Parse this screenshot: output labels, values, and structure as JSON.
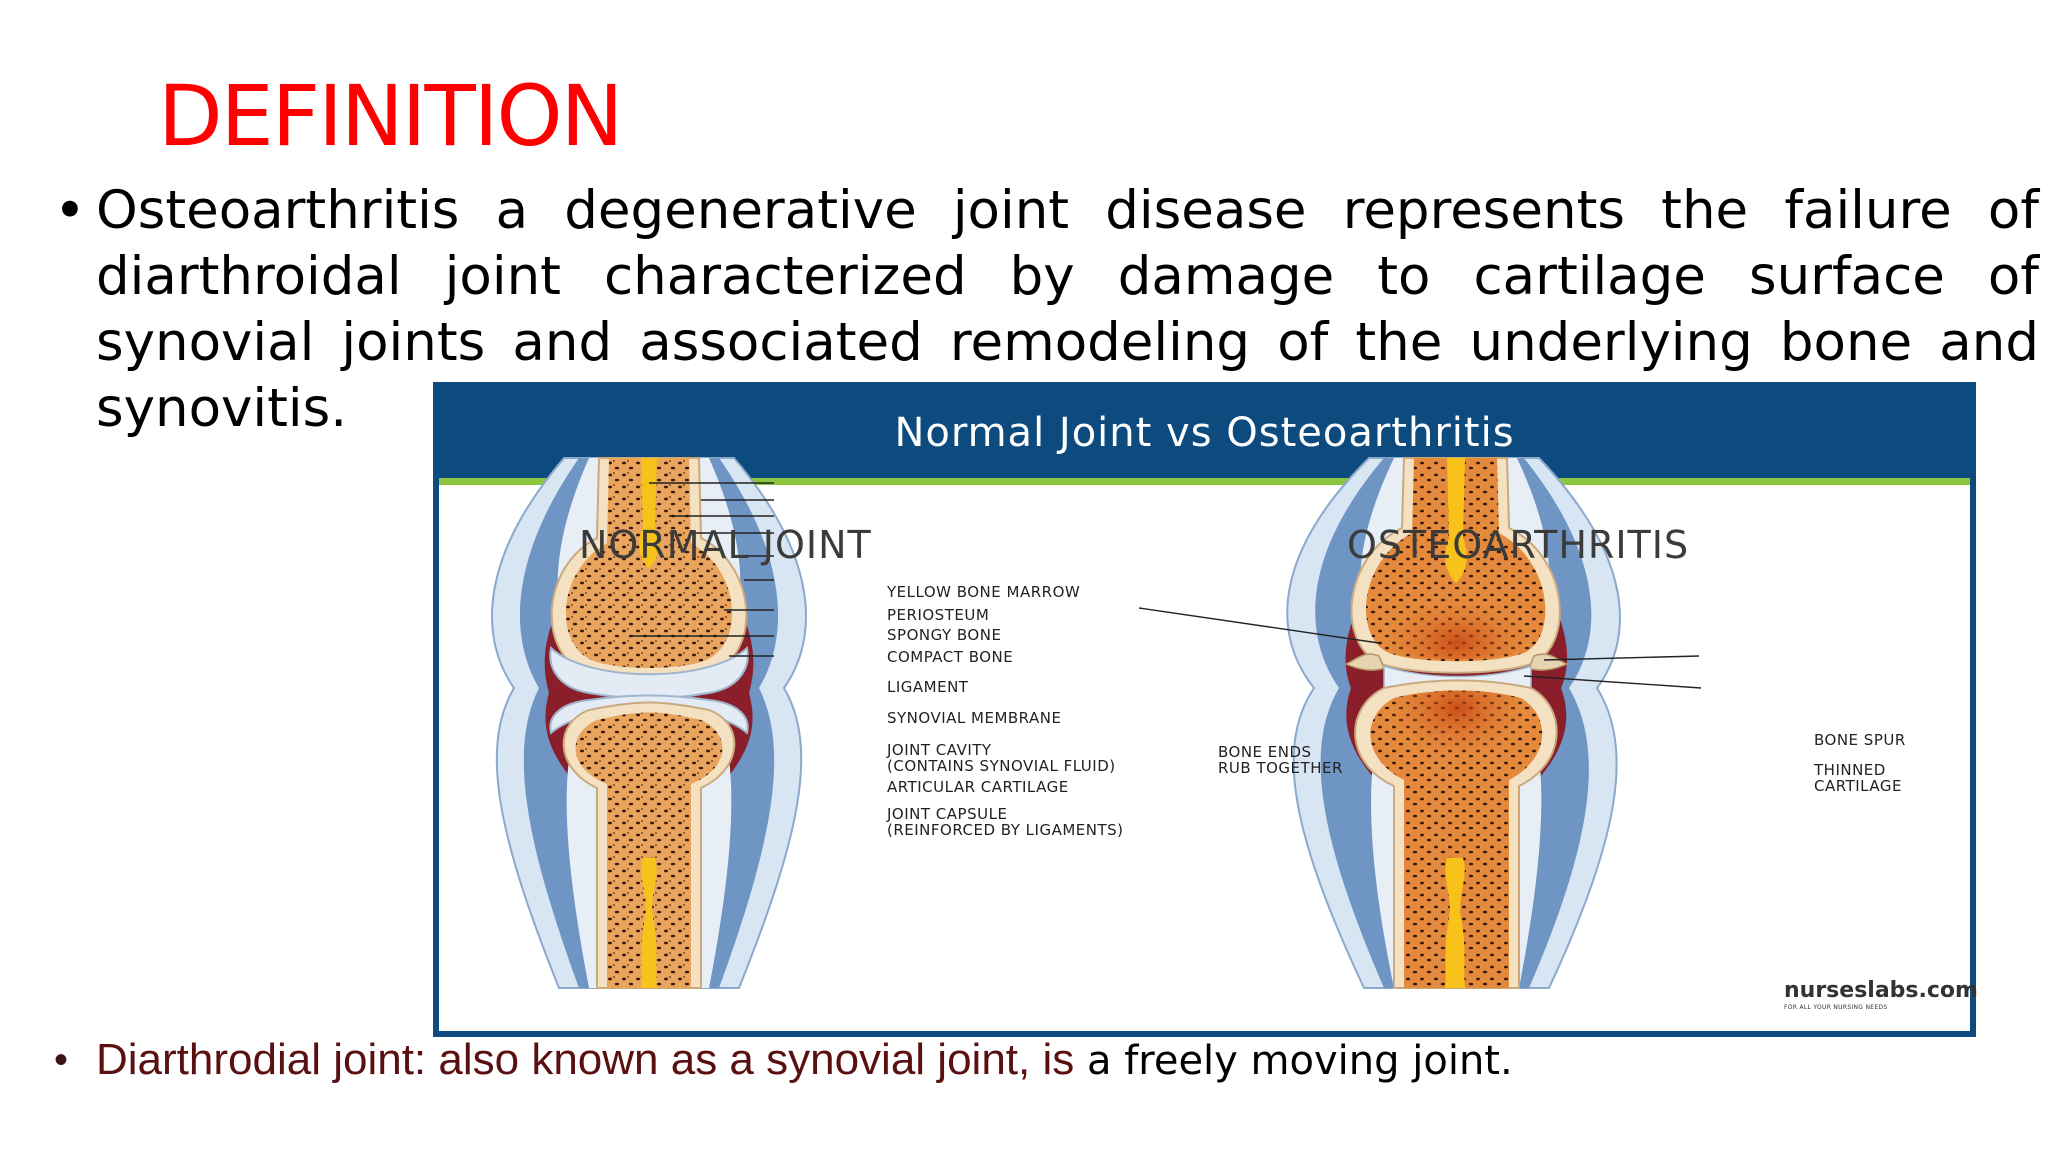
{
  "slide": {
    "title": "DEFINITION",
    "bullet_1": "Osteoarthritis a degenerative joint disease represents the failure of diarthroidal joint characterized by damage to cartilage surface of synovial joints and associated remodeling of the underlying bone and synovitis.",
    "bullet_2_part_1": "Diarthrodial joint: also known as a synovial joint, is",
    "bullet_2_part_2": " a freely moving joint.",
    "bullet_symbol": "•"
  },
  "figure": {
    "title": "Normal Joint vs Osteoarthritis",
    "normal_title": "NORMAL JOINT",
    "oa_title": "OSTEOARTHRITIS",
    "normal_labels": {
      "yellow_bone_marrow": "YELLOW BONE MARROW",
      "periosteum": "PERIOSTEUM",
      "spongy_bone": "SPONGY BONE",
      "compact_bone": "COMPACT BONE",
      "ligament": "LIGAMENT",
      "synovial_membrane": "SYNOVIAL MEMBRANE",
      "joint_cavity_1": "JOINT CAVITY",
      "joint_cavity_2": "(CONTAINS SYNOVIAL FLUID)",
      "articular_cartilage": "ARTICULAR CARTILAGE",
      "joint_capsule_1": "JOINT CAPSULE",
      "joint_capsule_2": "(REINFORCED BY LIGAMENTS)"
    },
    "oa_labels": {
      "bone_ends_1": "BONE ENDS",
      "bone_ends_2": "RUB TOGETHER",
      "bone_spur": "BONE SPUR",
      "thinned_1": "THINNED",
      "thinned_2": "CARTILAGE"
    },
    "logo": "nurseslabs.com",
    "logo_tagline": "FOR ALL YOUR NURSING NEEDS"
  },
  "colors": {
    "title_red": "#ff0000",
    "header_blue": "#0d4a7d",
    "accent_green": "#8cc63f",
    "bone_orange": "#e8a35c",
    "marrow_yellow": "#f7c21a",
    "capsule_blue": "#6f95c4",
    "membrane_red": "#8a1f2b"
  }
}
